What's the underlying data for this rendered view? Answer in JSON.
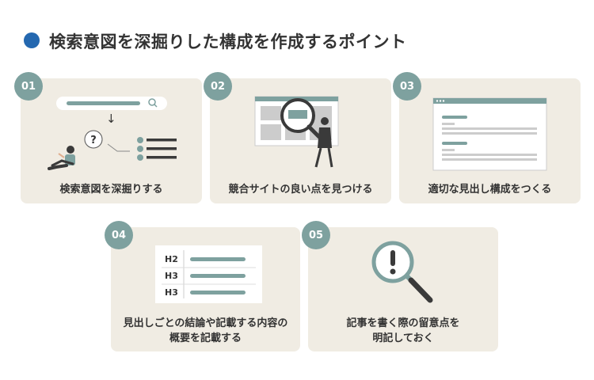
{
  "title": "検索意図を深掘りした構成を作成するポイント",
  "colors": {
    "accent": "#2468b0",
    "card_bg": "#f0ece3",
    "badge": "#7ea19f",
    "illustration_teal": "#7ea19f",
    "dark": "#3a3a3a"
  },
  "cards": [
    {
      "number": "01",
      "label": "検索意図を深掘りする",
      "icon": "searching-person-illustration"
    },
    {
      "number": "02",
      "label": "競合サイトの良い点を見つける",
      "icon": "magnifier-person-illustration"
    },
    {
      "number": "03",
      "label": "適切な見出し構成をつくる",
      "icon": "browser-outline-illustration"
    },
    {
      "number": "04",
      "label_line1": "見出しごとの結論や記載する内容の",
      "label_line2": "概要を記載する",
      "icon": "heading-list-illustration",
      "headings": [
        "H2",
        "H3",
        "H3"
      ]
    },
    {
      "number": "05",
      "label_line1": "記事を書く際の留意点を",
      "label_line2": "明記しておく",
      "icon": "exclamation-magnifier-illustration"
    }
  ],
  "question_mark": "?",
  "arrow": "↓"
}
